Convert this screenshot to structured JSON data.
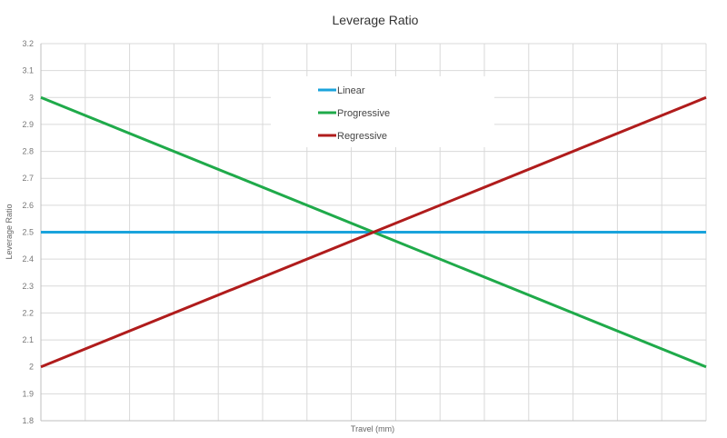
{
  "chart_data": {
    "type": "line",
    "title": "Leverage Ratio",
    "xlabel": "Travel (mm)",
    "ylabel": "Leverage Ratio",
    "x": [
      0,
      1
    ],
    "xlim": [
      0,
      1
    ],
    "ylim": [
      1.8,
      3.2
    ],
    "yticks": [
      "1.8",
      "1.9",
      "2",
      "2.1",
      "2.2",
      "2.3",
      "2.4",
      "2.5",
      "2.6",
      "2.7",
      "2.8",
      "2.9",
      "3",
      "3.1",
      "3.2"
    ],
    "x_tick_labels_shown": false,
    "grid": true,
    "legend_position": "top-center",
    "series": [
      {
        "name": "Linear",
        "values": [
          2.5,
          2.5
        ],
        "color": "#1aa3dc"
      },
      {
        "name": "Progressive",
        "values": [
          3.0,
          2.0
        ],
        "color": "#1faa4a"
      },
      {
        "name": "Regressive",
        "values": [
          2.0,
          3.0
        ],
        "color": "#b01c1c"
      }
    ]
  }
}
